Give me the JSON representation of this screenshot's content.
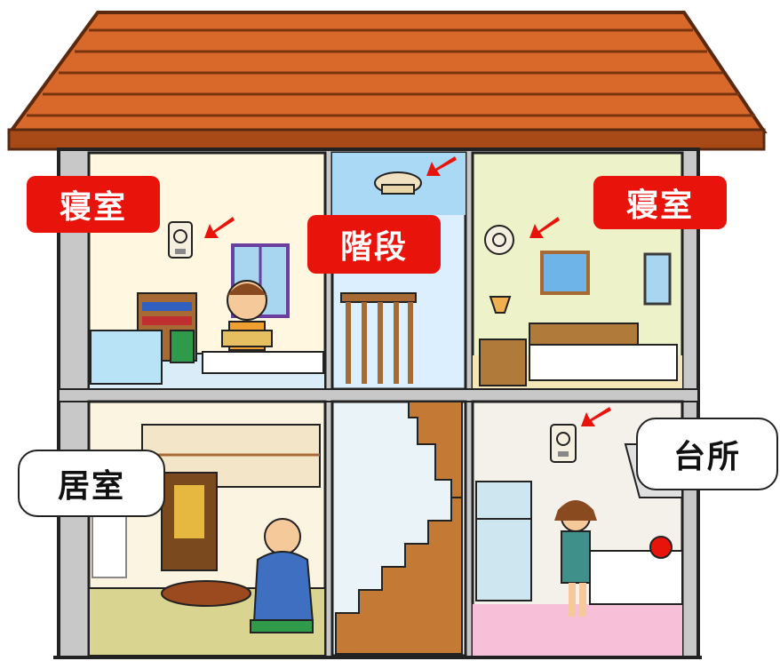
{
  "labels": {
    "bedroom_left": "寝室",
    "stairs": "階段",
    "bedroom_right": "寝室",
    "living_room": "居室",
    "kitchen": "台所"
  },
  "colors": {
    "roof": "#d9692a",
    "roof_dark": "#8a3a12",
    "wall_frame": "#c8c8c8",
    "label_red": "#e8140c",
    "arrow_red": "#e8140c"
  },
  "icons": [
    "smoke-detector-icon",
    "arrow-icon"
  ]
}
